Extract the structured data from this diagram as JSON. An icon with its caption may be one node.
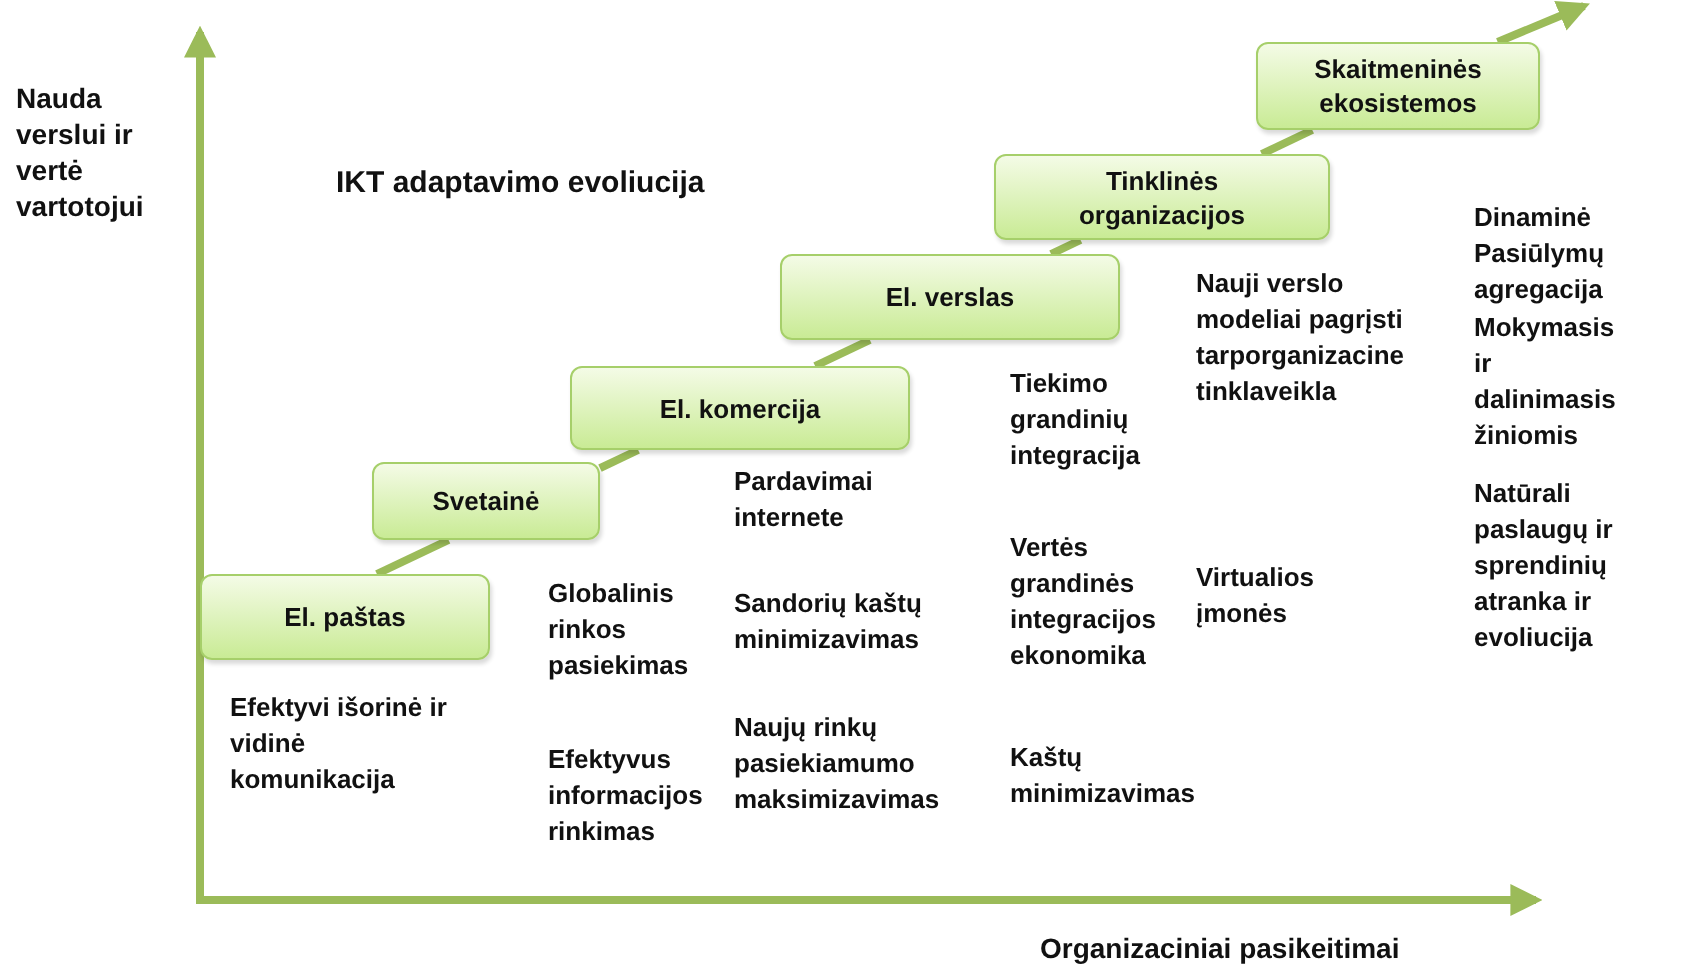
{
  "diagram": {
    "title": "IKT adaptavimo evoliucija",
    "nodes": [
      {
        "text": [
          "El. paštas"
        ]
      },
      {
        "text": [
          "Svetainė"
        ]
      },
      {
        "text": [
          "El. komercija"
        ]
      },
      {
        "text": [
          "El. verslas"
        ]
      },
      {
        "text": [
          "Tinklinės organizacijos"
        ]
      },
      {
        "text": [
          "Skaitmeninės ekosistemos"
        ]
      }
    ],
    "edges": [
      {
        "from": 0,
        "to": 1,
        "arrow": "none"
      },
      {
        "from": 1,
        "to": 2,
        "arrow": "none"
      },
      {
        "from": 2,
        "to": 3,
        "arrow": "none"
      },
      {
        "from": 3,
        "to": 4,
        "arrow": "none"
      },
      {
        "from": 4,
        "to": 5,
        "arrow": "none"
      },
      {
        "from": 5,
        "to": null,
        "arrow": "to"
      }
    ],
    "labels": [
      "Nauda verslui ir vertė vartotojui",
      "Efektyvi išorinė ir vidinė komunikacija",
      "Globalinis rinkos pasiekimas",
      "Efektyvus informacijos rinkimas",
      "Pardavimai internete",
      "Sandorių kaštų minimizavimas",
      "Naujų rinkų pasiekiamumo maksimizavimas",
      "Tiekimo grandinių integracija",
      "Vertės grandinės integracijos ekonomika",
      "Kaštų minimizavimas",
      "Nauji verslo modeliai pagrįsti tarporganizacine tinklaveikla",
      "Virtualios įmonės",
      "Dinaminė Pasiūlymų agregacija",
      "Mokymasis ir dalinimasis žiniomis",
      "Natūrali paslaugų ir sprendinių atranka ir evoliucija",
      "Organizaciniai pasikeitimai"
    ]
  }
}
